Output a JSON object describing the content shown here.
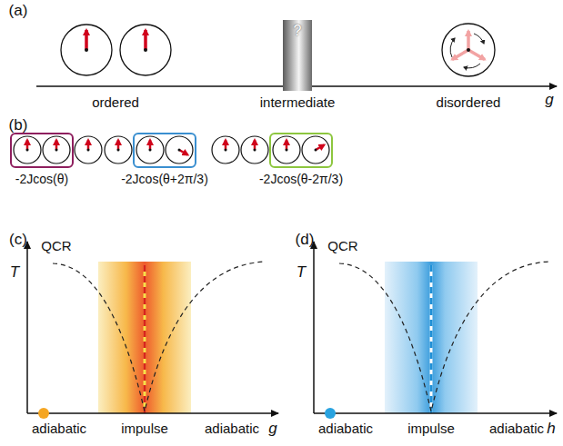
{
  "diagram": {
    "nodes": [
      {
        "text": [
          "?"
        ]
      },
      {
        "text": [
          "-2Jcos(θ)"
        ]
      },
      {
        "text": [
          "-2Jcos(θ+2π/3)"
        ]
      },
      {
        "text": [
          "-2Jcos(θ-2π/3)"
        ]
      }
    ],
    "labels": [
      "(a)",
      "ordered",
      "intermediate",
      "disordered",
      "g",
      "(b)",
      "(c)",
      "QCR",
      "T",
      "adiabatic",
      "impulse",
      "adiabatic",
      "g",
      "(d)",
      "QCR",
      "T",
      "adiabatic",
      "impulse",
      "adiabatic",
      "h"
    ]
  }
}
